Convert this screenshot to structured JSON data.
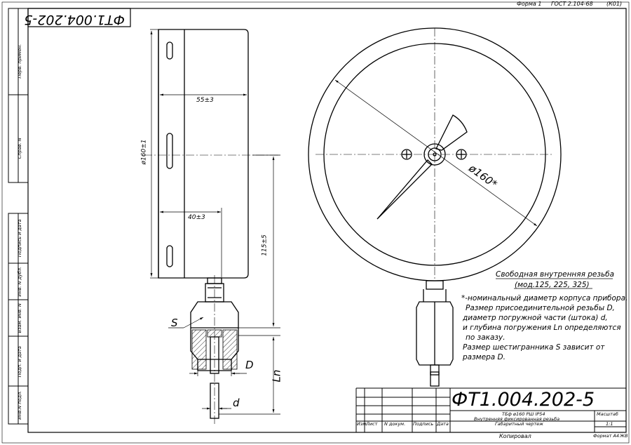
{
  "header": {
    "form": "Форма 1",
    "gost": "ГОСТ 2.104-68",
    "code": "(К01)"
  },
  "designation": "ФТ1.004.202-5",
  "side_column": {
    "perv_primen": "Перв. примен.",
    "sprav_n": "Справ. N",
    "podp_data_1": "Подпись и дата",
    "inv_dubl": "Инв. N дубл.",
    "vzam_inv": "Взам. инв. N",
    "podp_data_2": "Подп. и дата",
    "inv_podl": "Инв.N подл."
  },
  "dimensions": {
    "width_55": "55±3",
    "width_40": "40±3",
    "dia_160_side": "ø160±1",
    "height_115": "115±5",
    "dia_160_front": "ø160*",
    "s_label": "S",
    "d_big": "D",
    "d_small": "d",
    "ln": "Ln"
  },
  "notes": {
    "thread_title": "Свободная внутренняя резьба",
    "thread_models": "(мод.125, 225, 325)",
    "lines": [
      "*-номинальный диаметр корпуса прибора.",
      "Размер присоединительной резьбы D,",
      "диаметр погружной части (штока) d,",
      "и глубина погружения Ln определяются",
      "по заказу.",
      "Размер шестигранника S зависит от",
      "размера D."
    ]
  },
  "title_block": {
    "col_izm": "Изм.",
    "col_list": "Лист",
    "col_ndokum": "N докум.",
    "col_podp": "Подпись",
    "col_data": "Дата",
    "name_line1": "ТБф ø160 РШ IP54",
    "name_line2": "Внутренняя фиксированная резьба",
    "name_line3": "Габаритный чертеж",
    "masshtab_label": "Масштаб",
    "masshtab_value": "1:1",
    "copied": "Копировал",
    "format": "Формат  А4",
    "format_mark": "ЖВ"
  }
}
